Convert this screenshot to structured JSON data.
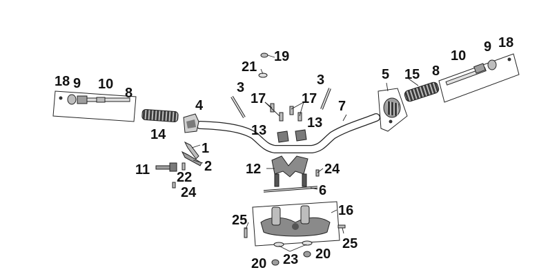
{
  "diagram": {
    "callouts": [
      {
        "id": "c18-left",
        "label": "18"
      },
      {
        "id": "c9-left",
        "label": "9"
      },
      {
        "id": "c10-left",
        "label": "10"
      },
      {
        "id": "c8-left",
        "label": "8"
      },
      {
        "id": "c14",
        "label": "14"
      },
      {
        "id": "c4",
        "label": "4"
      },
      {
        "id": "c1",
        "label": "1"
      },
      {
        "id": "c2",
        "label": "2"
      },
      {
        "id": "c11",
        "label": "11"
      },
      {
        "id": "c22",
        "label": "22"
      },
      {
        "id": "c24-left",
        "label": "24"
      },
      {
        "id": "c3-left",
        "label": "3"
      },
      {
        "id": "c21",
        "label": "21"
      },
      {
        "id": "c19",
        "label": "19"
      },
      {
        "id": "c17-left",
        "label": "17"
      },
      {
        "id": "c17-right",
        "label": "17"
      },
      {
        "id": "c3-right",
        "label": "3"
      },
      {
        "id": "c7",
        "label": "7"
      },
      {
        "id": "c13-left",
        "label": "13"
      },
      {
        "id": "c13-right",
        "label": "13"
      },
      {
        "id": "c12",
        "label": "12"
      },
      {
        "id": "c24-right",
        "label": "24"
      },
      {
        "id": "c6",
        "label": "6"
      },
      {
        "id": "c16",
        "label": "16"
      },
      {
        "id": "c25-left",
        "label": "25"
      },
      {
        "id": "c25-right",
        "label": "25"
      },
      {
        "id": "c20-left",
        "label": "20"
      },
      {
        "id": "c23",
        "label": "23"
      },
      {
        "id": "c20-right",
        "label": "20"
      },
      {
        "id": "c5",
        "label": "5"
      },
      {
        "id": "c15",
        "label": "15"
      },
      {
        "id": "c8-right",
        "label": "8"
      },
      {
        "id": "c10-right",
        "label": "10"
      },
      {
        "id": "c9-right",
        "label": "9"
      },
      {
        "id": "c18-right",
        "label": "18"
      }
    ],
    "colors": {
      "ink": "#111111",
      "part_fill": "#d9d9d9",
      "part_dark": "#555555",
      "background": "#ffffff"
    }
  }
}
